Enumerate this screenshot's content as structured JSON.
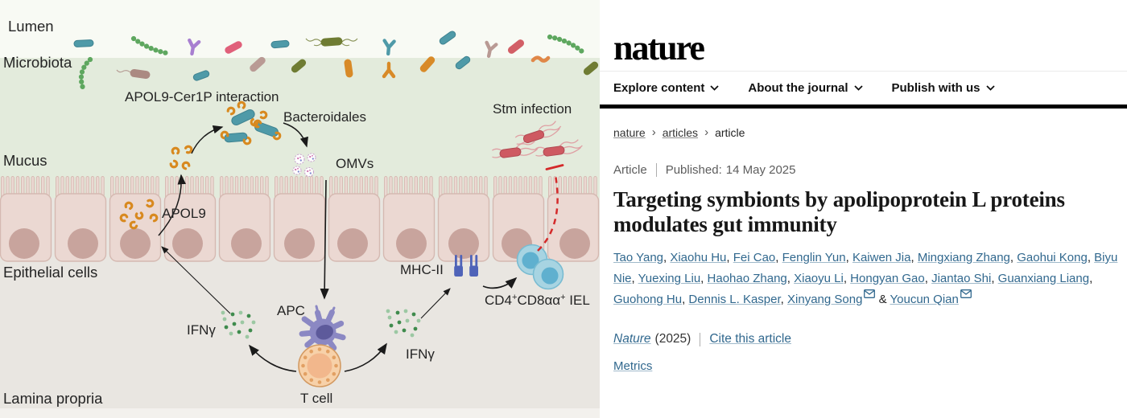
{
  "diagram": {
    "labels": {
      "lumen": "Lumen",
      "microbiota": "Microbiota",
      "apol9_cer1p_interaction": "APOL9-Cer1P interaction",
      "bacteroidales": "Bacteroidales",
      "stm_infection": "Stm infection",
      "omvs": "OMVs",
      "mucus": "Mucus",
      "apol9": "APOL9",
      "epithelial_cells": "Epithelial cells",
      "mhc2": "MHC-II",
      "ifng_left": "IFNγ",
      "apc": "APC",
      "ifng_right": "IFNγ",
      "t_cell": "T cell",
      "lamina_propria": "Lamina propria"
    },
    "iel_label": {
      "p1": "CD4",
      "sup1": "+",
      "p2": "CD8αα",
      "sup2": "+",
      "p3": " IEL"
    },
    "colors": {
      "lumen_bg": "#f8faf4",
      "mucus_bg": "#e3ebdc",
      "lamina_bg": "#e9e6e1",
      "bottom_strip": "#f3f1ed",
      "cell_fill": "#ebd8d2",
      "cell_stroke": "#d5b9b1",
      "nucleus_fill": "#c8a49d",
      "teal": "#4f9aa8",
      "teal_stroke": "#3e8290",
      "green": "#5ea75f",
      "purple": "#a87fd0",
      "pink": "#e0607a",
      "brown": "#ab8a82",
      "olive": "#6f7c33",
      "orange": "#d88a28",
      "mauve": "#b99a94",
      "red_rod": "#d25f66",
      "worm_orange": "#e08748",
      "apol9_orange": "#d8891f",
      "salmonella": "#ce5a62",
      "salmonella_stroke": "#b04a52",
      "flagella": "#dfa0a4",
      "omv_stroke": "#c9a6ce",
      "ifng_dark": "#3f8b4d",
      "ifng_light": "#9cc8a3",
      "apc_purple": "#8b88c3",
      "apc_nucleus": "#5d5a9b",
      "tcell_outer": "#f7d1a9",
      "tcell_stroke": "#d39a62",
      "tcell_dot": "#e2a063",
      "tcell_inner": "#f2b78c",
      "iel_fill": "#a7d4e2",
      "iel_stroke": "#79bcd2",
      "iel_nucleus": "#5fb0cf",
      "mhc_blue": "#4f63b8",
      "inhibit_red": "#d42a2a",
      "arrow_black": "#1a1a1a"
    }
  },
  "article": {
    "logo": "nature",
    "nav": [
      {
        "label": "Explore content"
      },
      {
        "label": "About the journal"
      },
      {
        "label": "Publish with us"
      }
    ],
    "breadcrumb": [
      {
        "label": "nature"
      },
      {
        "label": "articles"
      },
      {
        "label": "article"
      }
    ],
    "meta": {
      "type": "Article",
      "published_label": "Published:",
      "published_date": "14 May 2025"
    },
    "title": "Targeting symbionts by apolipoprotein L proteins modulates gut immunity",
    "authors": [
      {
        "name": "Tao Yang"
      },
      {
        "name": "Xiaohu Hu"
      },
      {
        "name": "Fei Cao"
      },
      {
        "name": "Fenglin Yun"
      },
      {
        "name": "Kaiwen Jia"
      },
      {
        "name": "Mingxiang Zhang"
      },
      {
        "name": "Gaohui Kong"
      },
      {
        "name": "Biyu Nie"
      },
      {
        "name": "Yuexing Liu"
      },
      {
        "name": "Haohao Zhang"
      },
      {
        "name": "Xiaoyu Li"
      },
      {
        "name": "Hongyan Gao"
      },
      {
        "name": "Jiantao Shi"
      },
      {
        "name": "Guanxiang Liang"
      },
      {
        "name": "Guohong Hu"
      },
      {
        "name": "Dennis L. Kasper"
      },
      {
        "name": "Xinyang Song",
        "email": true
      },
      {
        "name": "Youcun Qian",
        "email": true
      }
    ],
    "author_sep": ", ",
    "author_last_sep": " & ",
    "citation": {
      "journal": "Nature",
      "year": "(2025)",
      "cite_link": "Cite this article"
    },
    "metrics_label": "Metrics"
  }
}
